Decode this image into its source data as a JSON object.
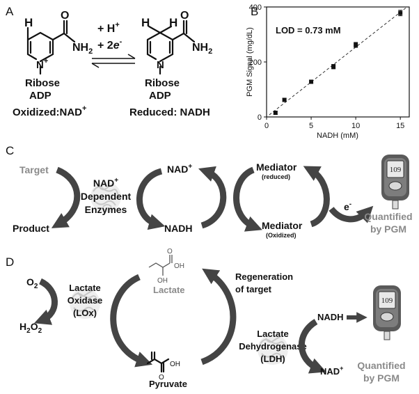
{
  "panels": {
    "a": "A",
    "b": "B",
    "c": "C",
    "d": "D"
  },
  "panel_a": {
    "atom_h": "H",
    "atom_o": "O",
    "nh2": "NH",
    "nh2_sub": "2",
    "n_plus": "N",
    "n_plus_sup": "+",
    "n_neutral": "N",
    "ribose": "Ribose",
    "adp": "ADP",
    "plus_h": "+ H",
    "plus_h_sup": "+",
    "plus_e_prefix": "+ 2",
    "plus_e_italic": "e",
    "plus_e_sup": "-",
    "oxidized": "Oxidized:NAD",
    "oxidized_sup": "+",
    "reduced": "Reduced: NADH"
  },
  "chart_data": {
    "type": "scatter",
    "x": [
      1,
      2,
      5,
      7.5,
      10,
      15
    ],
    "values": [
      15,
      62,
      128,
      183,
      262,
      378
    ],
    "errors": [
      6,
      6,
      6,
      8,
      9,
      10
    ],
    "xlabel": "NADH (mM)",
    "ylabel": "PGM Signal (mg/dL)",
    "xlim": [
      0,
      16
    ],
    "ylim": [
      0,
      400
    ],
    "xticks": [
      "0",
      "5",
      "10",
      "15"
    ],
    "yticks": [
      "0",
      "200",
      "400"
    ],
    "annotation": "LOD = 0.73 mM",
    "fit": "linear-dashed"
  },
  "panel_c": {
    "target": "Target",
    "product": "Product",
    "enzyme_line1": "NAD",
    "enzyme_line1_sup": "+",
    "enzyme_line2": "Dependent",
    "enzyme_line3": "Enzymes",
    "nad": "NAD",
    "nad_sup": "+",
    "nadh": "NADH",
    "mediator_reduced": "Mediator",
    "reduced_sub": "(reduced)",
    "mediator_oxidized": "Mediator",
    "oxidized_sub": "(Oxidized)",
    "electron": "e",
    "electron_sup": "-",
    "quantified_line1": "Quantified",
    "quantified_line2": "by PGM"
  },
  "panel_d": {
    "o2": "O",
    "o2_sub": "2",
    "h2o2_a": "H",
    "h2o2_sub1": "2",
    "h2o2_b": "O",
    "h2o2_sub2": "2",
    "lox_line1": "Lactate",
    "lox_line2": "Oxidase",
    "lox_line3": "(LOx)",
    "lactate": "Lactate",
    "oh_top": "OH",
    "oh_bottom": "OH",
    "o_atom": "O",
    "pyruvate": "Pyruvate",
    "regen_line1": "Regeneration",
    "regen_line2": "of target",
    "ldh_line1": "Lactate",
    "ldh_line2": "Dehydrogenase",
    "ldh_line3": "(LDH)",
    "nadh": "NADH",
    "nad": "NAD",
    "nad_sup": "+",
    "quantified_line1": "Quantified",
    "quantified_line2": "by PGM"
  },
  "meter": {
    "reading": "109"
  },
  "colors": {
    "arrow": "#444444",
    "grey_text": "#8a8a8a",
    "meter_body": "#5a5a5a"
  }
}
